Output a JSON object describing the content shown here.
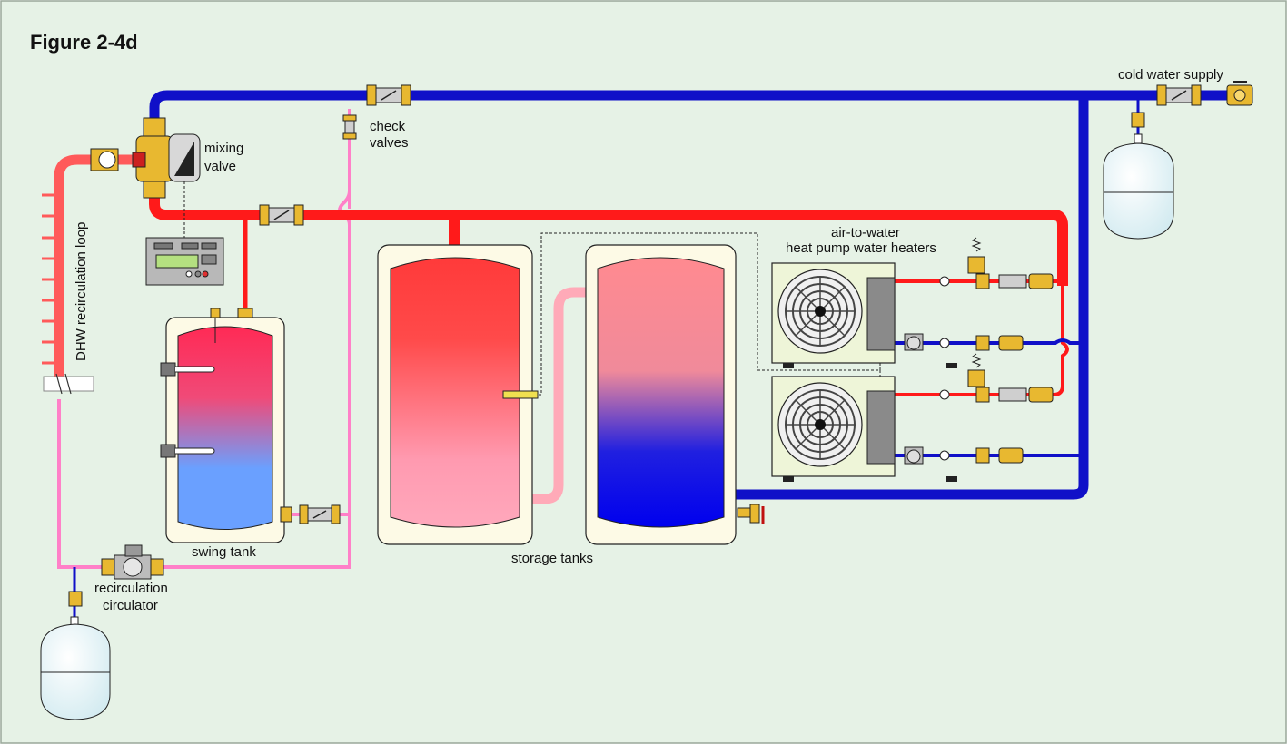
{
  "figure": {
    "title": "Figure 2-4d"
  },
  "labels": {
    "cold_water_supply": "cold water supply",
    "check_valves_1": "check",
    "check_valves_2": "valves",
    "mixing_valve_1": "mixing",
    "mixing_valve_2": "valve",
    "dhw_loop": "DHW recirculation loop",
    "swing_tank": "swing tank",
    "storage_tanks": "storage tanks",
    "heat_pumps_1": "air-to-water",
    "heat_pumps_2": "heat pump water heaters",
    "recirc_circ_1": "recirculation",
    "recirc_circ_2": "circulator"
  },
  "colors": {
    "background": "#e6f2e6",
    "hot_pipe": "#ff1a1a",
    "cold_pipe": "#1010c8",
    "recirc_pipe": "#ff80c8",
    "tank_jacket": "#fdfae6",
    "brass": "#e8b830"
  }
}
